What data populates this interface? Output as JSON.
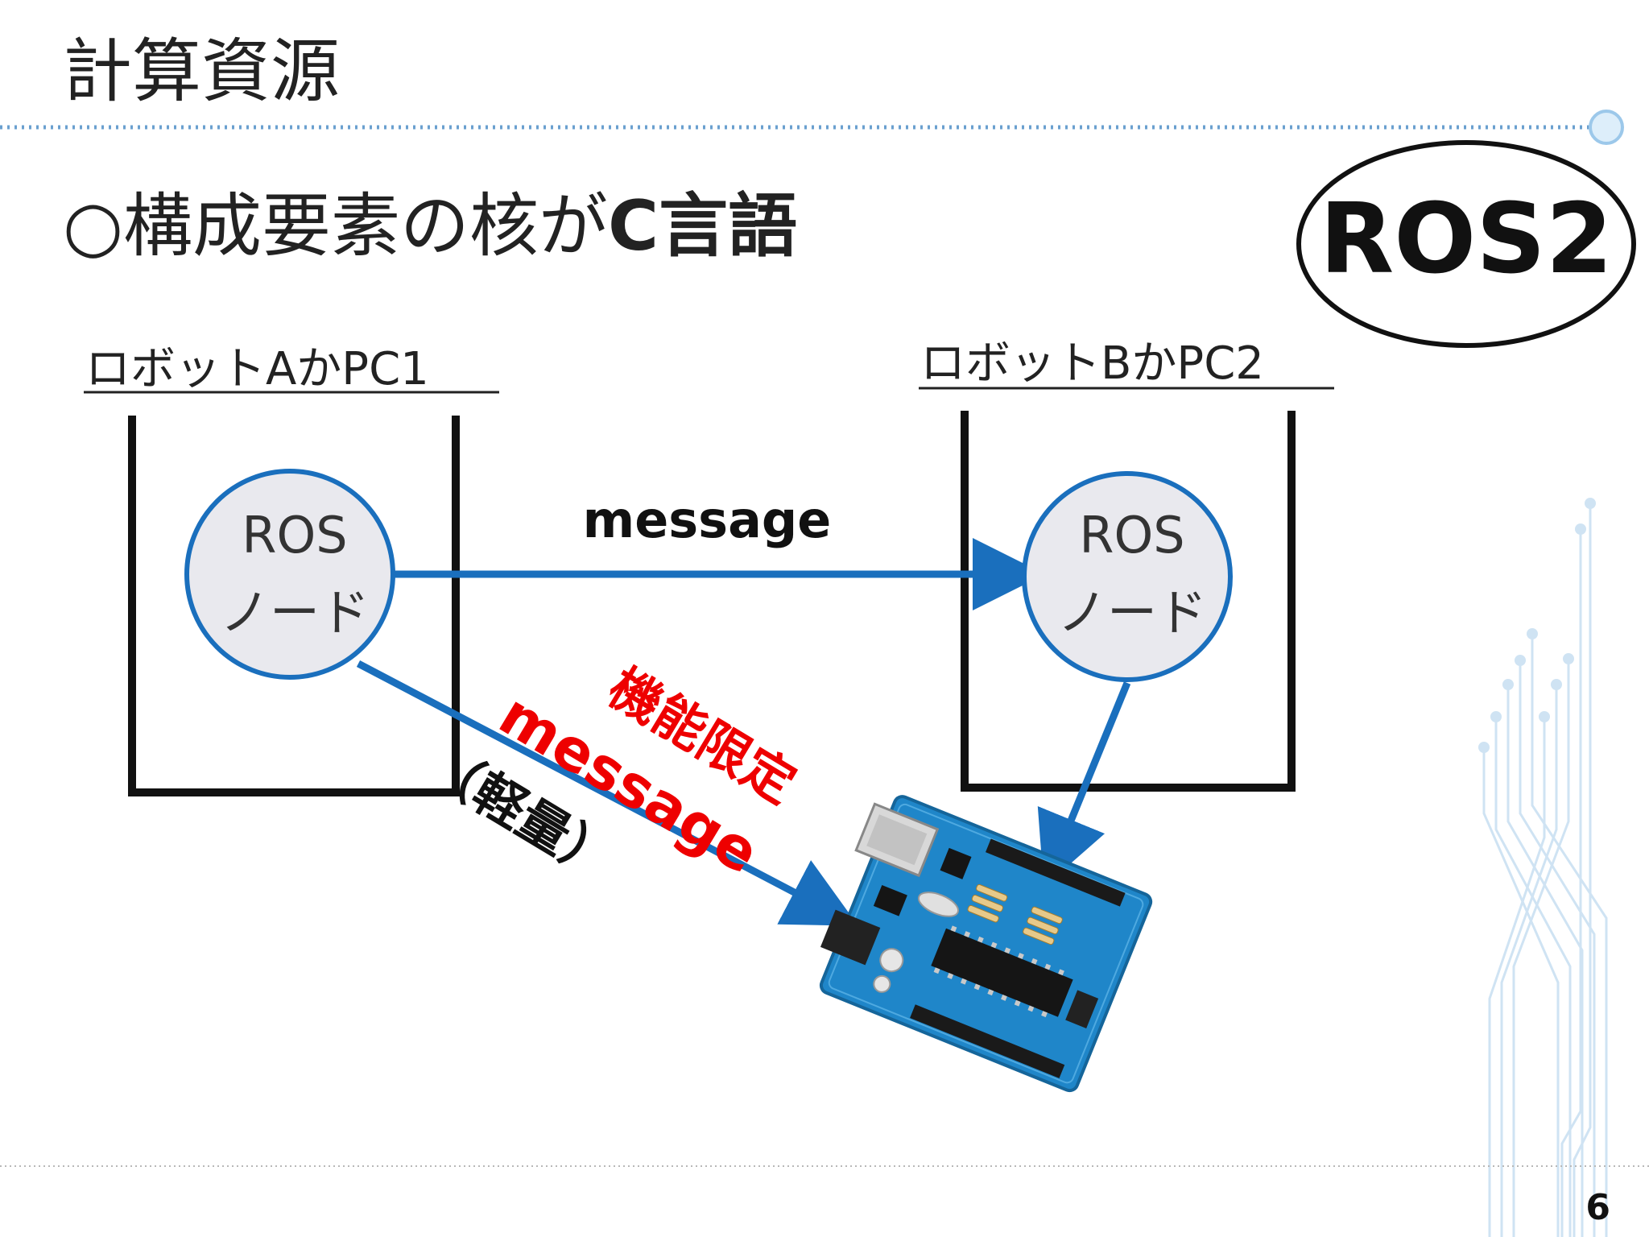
{
  "slide": {
    "title": "計算資源",
    "subtitle_prefix": "○構成要素の核が",
    "subtitle_emphasis": "C言語",
    "badge": "ROS2",
    "page_number": "6"
  },
  "diagram": {
    "left_box_label": "ロボットAかPC1",
    "right_box_label": "ロボットBかPC2",
    "node_left_line1": "ROS",
    "node_left_line2": "ノード",
    "node_right_line1": "ROS",
    "node_right_line2": "ノード",
    "message_label": "message",
    "limited_label_line1": "機能限定",
    "limited_label_line2": "message",
    "limited_label_line3": "（軽量）"
  },
  "colors": {
    "accent_blue": "#1a6fbd",
    "node_fill": "#e9e9ee",
    "emphasis_red": "#ee0000",
    "board_blue": "#1f86c9"
  },
  "icons": [
    "microcontroller-board-illustration",
    "circuit-decoration"
  ]
}
